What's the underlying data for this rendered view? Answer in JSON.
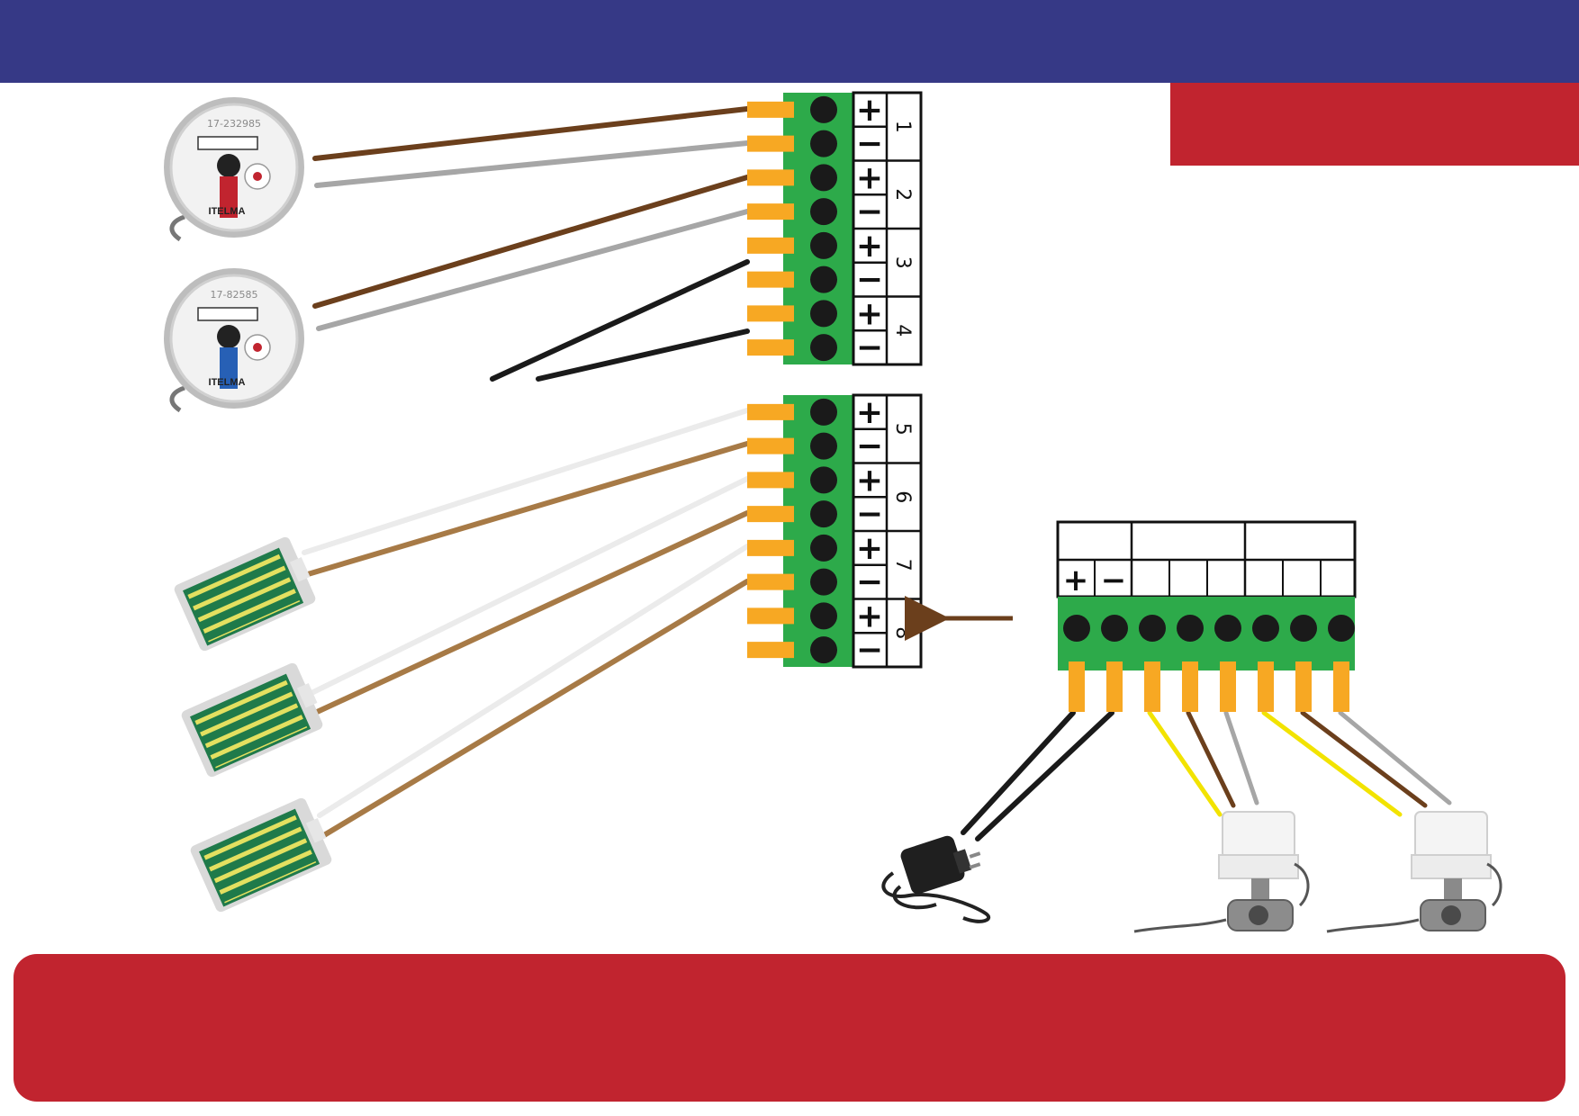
{
  "colors": {
    "header": "#363986",
    "accent_red": "#c1242f",
    "terminal_green": "#2daa4a",
    "terminal_orange": "#f7a823",
    "wire_brown": "#6b3f1c",
    "wire_tan": "#a77a46",
    "wire_gray": "#a6a6a6",
    "wire_white": "#ebebeb",
    "wire_black": "#1a1a1a",
    "wire_yellow": "#f2e300"
  },
  "terminal_block_a": {
    "channels": [
      "1",
      "2",
      "3",
      "4"
    ],
    "signs": [
      "+",
      "−",
      "+",
      "−",
      "+",
      "−",
      "+",
      "−"
    ]
  },
  "terminal_block_b": {
    "channels": [
      "5",
      "6",
      "7",
      "8"
    ],
    "signs": [
      "+",
      "−",
      "+",
      "−",
      "+",
      "−",
      "+",
      "−"
    ]
  },
  "output_block": {
    "signs": [
      "+",
      "−"
    ]
  },
  "water_meters": [
    {
      "brand": "ITELMA",
      "serial": "17-232985",
      "indicator": "red-indicator"
    },
    {
      "brand": "ITELMA",
      "serial": "17-82585",
      "indicator": "blue-indicator"
    }
  ],
  "leak_sensors": [
    {
      "name": "leak-sensor"
    },
    {
      "name": "leak-sensor"
    },
    {
      "name": "leak-sensor"
    }
  ],
  "devices": {
    "power_adapter": "power-adapter-icon",
    "valves": [
      "ball-valve-icon",
      "ball-valve-icon"
    ]
  }
}
